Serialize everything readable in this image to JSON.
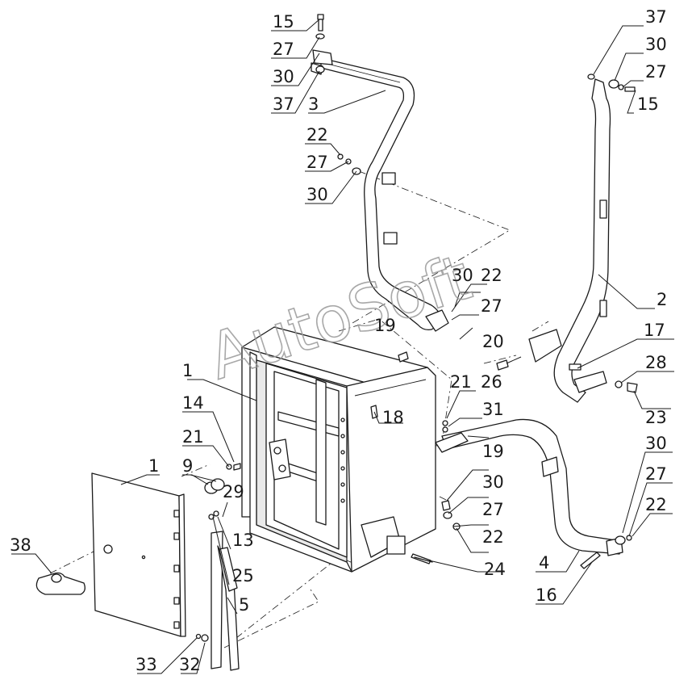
{
  "watermark": "AutoSoft",
  "callouts": [
    {
      "id": "c15a",
      "text": "15"
    },
    {
      "id": "c27a",
      "text": "27"
    },
    {
      "id": "c30a",
      "text": "30"
    },
    {
      "id": "c37a",
      "text": "37"
    },
    {
      "id": "c3",
      "text": "3"
    },
    {
      "id": "c22a",
      "text": "22"
    },
    {
      "id": "c27b",
      "text": "27"
    },
    {
      "id": "c30b",
      "text": "30"
    },
    {
      "id": "c37b",
      "text": "37"
    },
    {
      "id": "c30c",
      "text": "30"
    },
    {
      "id": "c27c",
      "text": "27"
    },
    {
      "id": "c15b",
      "text": "15"
    },
    {
      "id": "c2",
      "text": "2"
    },
    {
      "id": "c30d",
      "text": "30"
    },
    {
      "id": "c22b",
      "text": "22"
    },
    {
      "id": "c27d",
      "text": "27"
    },
    {
      "id": "c19a",
      "text": "19"
    },
    {
      "id": "c20",
      "text": "20"
    },
    {
      "id": "c17",
      "text": "17"
    },
    {
      "id": "c28",
      "text": "28"
    },
    {
      "id": "c23",
      "text": "23"
    },
    {
      "id": "c1a",
      "text": "1"
    },
    {
      "id": "c14",
      "text": "14"
    },
    {
      "id": "c21a",
      "text": "21"
    },
    {
      "id": "c9",
      "text": "9"
    },
    {
      "id": "c1b",
      "text": "1"
    },
    {
      "id": "c21b",
      "text": "21"
    },
    {
      "id": "c26",
      "text": "26"
    },
    {
      "id": "c31",
      "text": "31"
    },
    {
      "id": "c18",
      "text": "18"
    },
    {
      "id": "c19b",
      "text": "19"
    },
    {
      "id": "c30e",
      "text": "30"
    },
    {
      "id": "c27e",
      "text": "27"
    },
    {
      "id": "c22c",
      "text": "22"
    },
    {
      "id": "c29",
      "text": "29"
    },
    {
      "id": "c13",
      "text": "13"
    },
    {
      "id": "c25",
      "text": "25"
    },
    {
      "id": "c5",
      "text": "5"
    },
    {
      "id": "c38",
      "text": "38"
    },
    {
      "id": "c24",
      "text": "24"
    },
    {
      "id": "c30f",
      "text": "30"
    },
    {
      "id": "c27f",
      "text": "27"
    },
    {
      "id": "c22d",
      "text": "22"
    },
    {
      "id": "c4",
      "text": "4"
    },
    {
      "id": "c16",
      "text": "16"
    },
    {
      "id": "c33",
      "text": "33"
    },
    {
      "id": "c32",
      "text": "32"
    }
  ]
}
